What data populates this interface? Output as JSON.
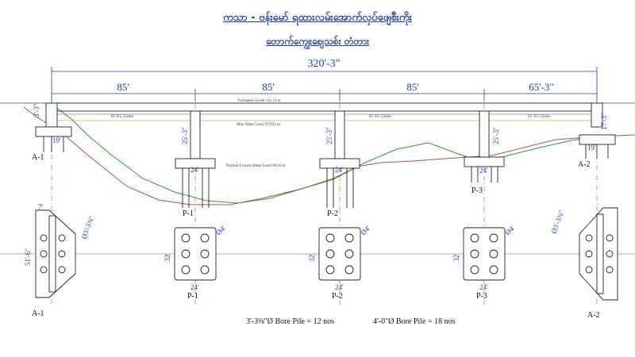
{
  "title_line1": "ကသာ - ဗန်းမော် ရထားလမ်းအောက်လှပ်ဖျေစီးကိုး",
  "title_line2": "တောက်ကျွေးစျေသစ်း တံတား",
  "dims": {
    "total": "320'-3\"",
    "span1": "85'",
    "span2": "85'",
    "span3": "85'",
    "span4": "65'-3\""
  },
  "levels": {
    "formation": "Formation Level 101.31 m",
    "max_water": "Max Water Level 97.622 m",
    "normal_lowest": "Normal Lowest Water Level 90.63 m"
  },
  "girders": {
    "g1": "85' P.C Girder",
    "g2": "85' P.C Girder",
    "g3": "65' P.C Girder"
  },
  "elevation": {
    "a1_top": "3'-3\"",
    "a1_base": "19'",
    "p1_height": "25'-3\"",
    "p1_base": "24'",
    "p2_height": "25'-3\"",
    "p2_base": "24'",
    "p3_height": "25'-3\"",
    "p3_base": "24'",
    "a2_top": "17'-3\"",
    "a2_base": "19'"
  },
  "labels": {
    "a1": "A-1",
    "p1": "P-1",
    "p2": "P-2",
    "p3": "P-3",
    "a2": "A-2"
  },
  "plan": {
    "a1_width": "7'",
    "a1_length": "51'-6\"",
    "a1_pile": "Ø3'-3⅜\"",
    "p1_pile": "Ø4'",
    "p1_len": "32'",
    "p1_width": "24'",
    "p2_pile": "Ø4'",
    "p2_len": "32'",
    "p2_width": "24'",
    "p3_pile": "Ø4'",
    "p3_len": "32'",
    "p3_width": "24'",
    "a2_pile": "Ø3'-3⅜\""
  },
  "notes": {
    "bore1": "3'-3⅜\"Ø Bore Pile = 12 nos",
    "bore2": "4'-0\"Ø Bore Pile = 18 nos"
  },
  "colors": {
    "dimension": "#1f3fb0",
    "centerline": "#e05050",
    "ground_existing": "#2e9a2e",
    "ground_riverbed": "#b05050",
    "structure": "#222222",
    "max_water": "#d4b84a"
  }
}
